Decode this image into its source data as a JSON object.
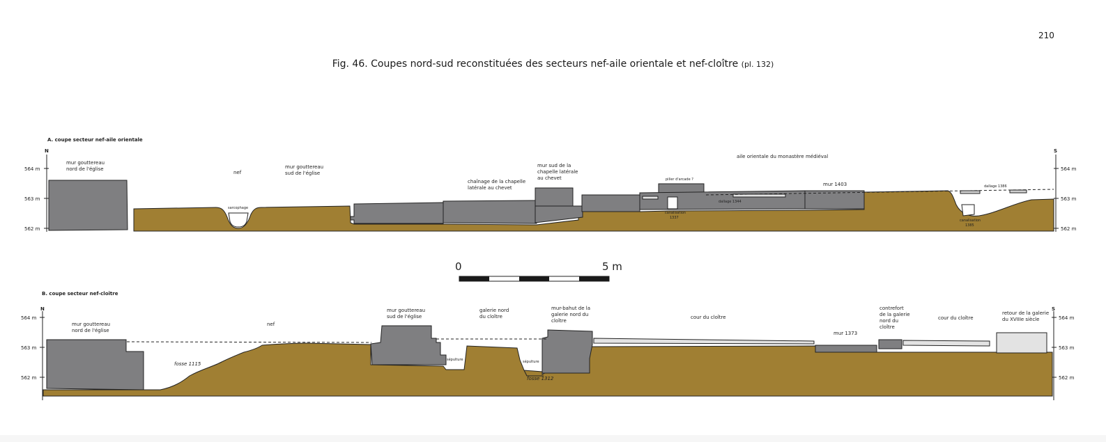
{
  "page_number": "210",
  "figure": {
    "title": "Fig. 46. Coupes nord-sud reconstituées des secteurs nef-aile orientale et nef-cloître",
    "reference": "(pl. 132)"
  },
  "colors": {
    "soil": "#a07f33",
    "wall": "#7f7f81",
    "light_wall": "#e3e3e3",
    "line": "#222222"
  },
  "section_a": {
    "title": "A. coupe secteur nef-aile orientale",
    "north": "N",
    "south": "S",
    "elevations": [
      "564 m",
      "563 m",
      "562 m"
    ],
    "labels": {
      "mur_nord_1": "mur gouttereau",
      "mur_nord_2": "nord de l'église",
      "nef": "nef",
      "mur_sud_1": "mur gouttereau",
      "mur_sud_2": "sud de l'église",
      "sarcophage": "sarcophage",
      "chainage_1": "chaînage de la chapelle",
      "chainage_2": "latérale au chevet",
      "mur_chap_1": "mur sud de la",
      "mur_chap_2": "chapelle latérale",
      "mur_chap_3": "au chevet",
      "aile": "aile orientale du monastère médiéval",
      "pilier": "pilier d'arcade ?",
      "mur1403": "mur 1403",
      "dallage1344": "dallage 1344",
      "canal1337_1": "canalisation",
      "canal1337_2": "1337",
      "dallage1386": "dallage 1386",
      "canal1385_1": "canalisation",
      "canal1385_2": "1385"
    }
  },
  "scale_bar": {
    "start": "0",
    "end": "5 m"
  },
  "section_b": {
    "title": "B. coupe secteur nef-cloître",
    "north": "N",
    "south": "S",
    "elevations": [
      "564 m",
      "563 m",
      "562 m"
    ],
    "labels": {
      "mur_nord_1": "mur gouttereau",
      "mur_nord_2": "nord de l'église",
      "nef": "nef",
      "fosse1115": "fosse 1115",
      "mur_sud_1": "mur gouttereau",
      "mur_sud_2": "sud de l'église",
      "galerie_1": "galerie nord",
      "galerie_2": "du cloître",
      "sepulture1": "sépulture",
      "sepulture2": "sépulture",
      "fosse1312": "fosse 1312",
      "bahut_1": "mur-bahut de la",
      "bahut_2": "galerie nord du",
      "bahut_3": "cloître",
      "cour1": "cour du cloître",
      "mur1373": "mur 1373",
      "contrefort_1": "contrefort",
      "contrefort_2": "de la galerie",
      "contrefort_3": "nord du",
      "contrefort_4": "cloître",
      "cour2": "cour du cloître",
      "retour_1": "retour de la galerie",
      "retour_2": "du XVIIIe siècle"
    }
  }
}
